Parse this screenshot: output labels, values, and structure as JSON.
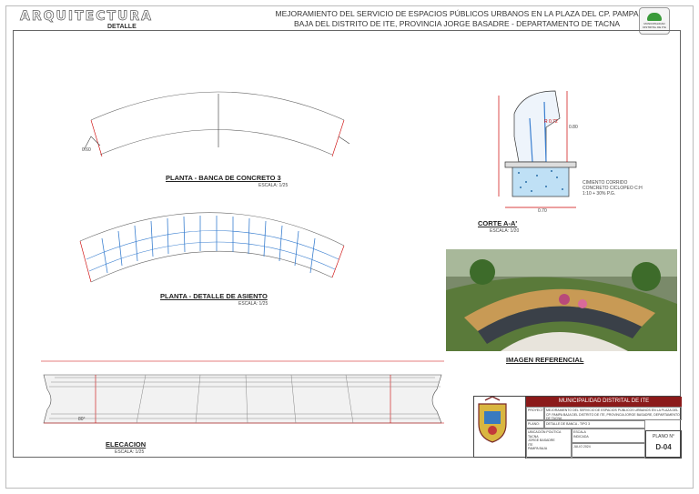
{
  "header": {
    "section_title": "ARQUITECTURA",
    "section_sub": "DETALLE",
    "project_title": "MEJORAMIENTO DEL SERVICIO DE ESPACIOS PÚBLICOS URBANOS EN LA PLAZA DEL CP. PAMPA BAJA DEL DISTRITO DE ITE, PROVINCIA JORGE BASADRE - DEPARTAMENTO DE TACNA",
    "logo_text": "MUNICIPALIDAD DISTRITAL DE ITE"
  },
  "views": {
    "plan_bench": {
      "title": "PLANTA - BANCA DE CONCRETO 3",
      "scale": "ESCALA: 1/25"
    },
    "plan_seat": {
      "title": "PLANTA - DETALLE DE ASIENTO",
      "scale": "ESCALA: 1/25"
    },
    "section": {
      "title": "CORTE A-A'",
      "scale": "ESCALA: 1/20"
    },
    "reference": {
      "title": "IMAGEN REFERENCIAL"
    },
    "elevation": {
      "title": "ELECACION",
      "scale": "ESCALA: 1/25"
    }
  },
  "dimensions": {
    "section_width": "0.70",
    "section_height": "0.80",
    "radius": "R 0.72",
    "foundation_note": "CIMIENTO CORRIDO CONCRETO CICLOPEO C:H 1:10 + 30% P.G.",
    "left_dim": "0.60",
    "elevation_angle": "80°"
  },
  "title_block": {
    "municipality": "MUNICIPALIDAD DISTRITAL DE ITE",
    "project_label": "PROYECTO:",
    "project_text": "MEJORAMIENTO DEL SERVICIO DE ESPACIOS PÚBLICOS URBANOS EN LA PLAZA DEL CP. PAMPA BAJA DEL DISTRITO DE ITE, PROVINCIA JORGE BASADRE, DEPARTAMENTO DE TACNA",
    "plano_label": "PLANO:",
    "plano_text": "DETALLE DE BANCA - TIPO 3",
    "location_label": "UBICACIÓN POLÍTICA",
    "region": "TACNA",
    "province": "JORGE BASADRE",
    "district": "ITE",
    "sector": "PAMPA BAJA",
    "sheet_label": "PLANO N°",
    "sheet_number": "D-04",
    "scale_label": "ESCALA",
    "scale_value": "INDICADA",
    "date_value": "JULIO 2024"
  }
}
